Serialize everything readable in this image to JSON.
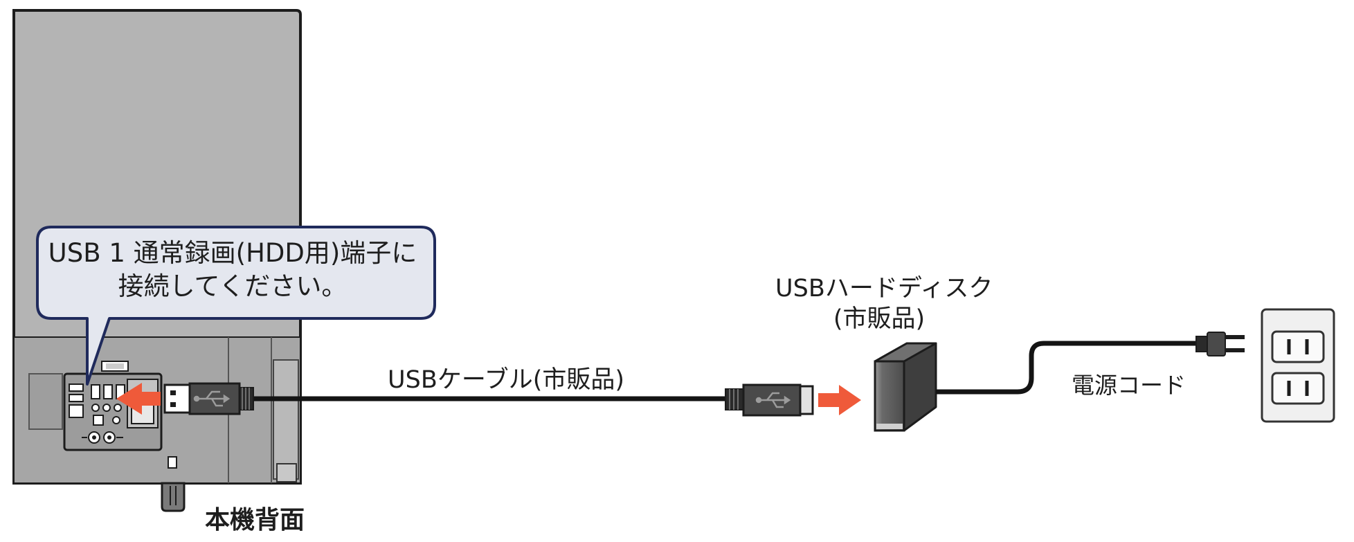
{
  "labels": {
    "callout_line1": "USB 1 通常録画(HDD用)端子に",
    "callout_line2": "接続してください。",
    "usb_cable": "USBケーブル(市販品)",
    "hdd_line1": "USBハードディスク",
    "hdd_line2": "(市販品)",
    "power_cord": "電源コード",
    "tv_back": "本機背面"
  },
  "colors": {
    "tv_panel": "#b4b4b4",
    "tv_lower_panel": "#a4a4a4",
    "outline": "#1c1c1c",
    "callout_fill": "#e4e7ef",
    "callout_border": "#1f2a5c",
    "arrow": "#ef5a3a",
    "hdd_body": "#545454"
  },
  "icons": [
    "usb-symbol-icon",
    "arrow-left-icon",
    "arrow-right-icon",
    "power-plug-icon",
    "wall-outlet-icon"
  ]
}
